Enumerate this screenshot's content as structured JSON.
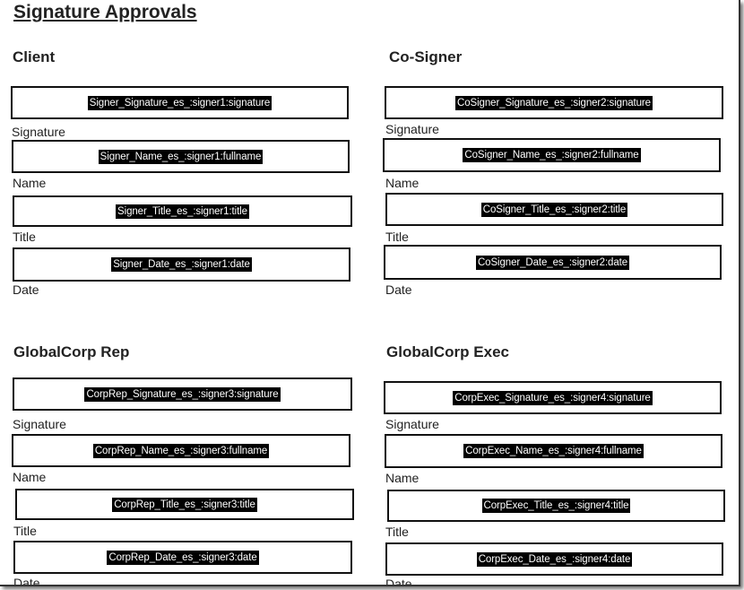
{
  "title": "Signature Approvals",
  "sections": [
    {
      "heading": "Client",
      "fields": [
        {
          "tag": "Signer_Signature_es_:signer1:signature",
          "label": "Signature"
        },
        {
          "tag": "Signer_Name_es_:signer1:fullname",
          "label": "Name"
        },
        {
          "tag": "Signer_Title_es_:signer1:title",
          "label": "Title"
        },
        {
          "tag": "Signer_Date_es_:signer1:date",
          "label": "Date"
        }
      ]
    },
    {
      "heading": "Co-Signer",
      "fields": [
        {
          "tag": "CoSigner_Signature_es_:signer2:signature",
          "label": "Signature"
        },
        {
          "tag": "CoSigner_Name_es_:signer2:fullname",
          "label": "Name"
        },
        {
          "tag": "CoSigner_Title_es_:signer2:title",
          "label": "Title"
        },
        {
          "tag": "CoSigner_Date_es_:signer2:date",
          "label": "Date"
        }
      ]
    },
    {
      "heading": "GlobalCorp Rep",
      "fields": [
        {
          "tag": "CorpRep_Signature_es_:signer3:signature",
          "label": "Signature"
        },
        {
          "tag": "CorpRep_Name_es_:signer3:fullname",
          "label": "Name"
        },
        {
          "tag": "CorpRep_Title_es_:signer3:title",
          "label": "Title"
        },
        {
          "tag": "CorpRep_Date_es_:signer3:date",
          "label": "Date"
        }
      ]
    },
    {
      "heading": "GlobalCorp Exec",
      "fields": [
        {
          "tag": "CorpExec_Signature_es_:signer4:signature",
          "label": "Signature"
        },
        {
          "tag": "CorpExec_Name_es_:signer4:fullname",
          "label": "Name"
        },
        {
          "tag": "CorpExec_Title_es_:signer4:title",
          "label": "Title"
        },
        {
          "tag": "CorpExec_Date_es_:signer4:date",
          "label": "Date"
        }
      ]
    }
  ]
}
